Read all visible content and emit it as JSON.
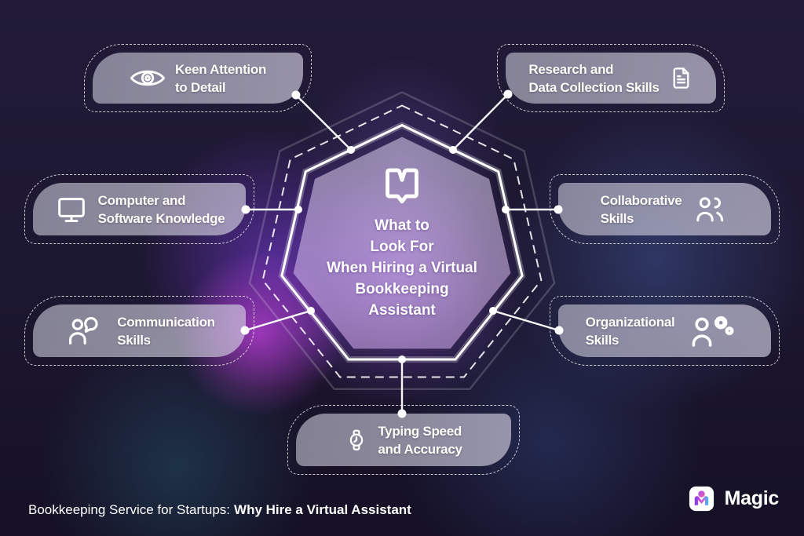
{
  "center": {
    "title": "What to\nLook For\nWhen Hiring a Virtual\nBookkeeping\nAssistant",
    "icon": "open-book-icon"
  },
  "cards": [
    {
      "id": "keen-attention",
      "label": "Keen Attention\nto Detail",
      "icon": "eye-icon"
    },
    {
      "id": "research-data-collection",
      "label": "Research and\nData Collection Skills",
      "icon": "document-icon"
    },
    {
      "id": "computer-software",
      "label": "Computer and\nSoftware Knowledge",
      "icon": "monitor-icon"
    },
    {
      "id": "collaborative",
      "label": "Collaborative\nSkills",
      "icon": "people-icon"
    },
    {
      "id": "communication",
      "label": "Communication\nSkills",
      "icon": "person-chat-icon"
    },
    {
      "id": "organizational",
      "label": "Organizational\nSkills",
      "icon": "person-gears-icon"
    },
    {
      "id": "typing-speed",
      "label": "Typing Speed\nand Accuracy",
      "icon": "watch-icon"
    }
  ],
  "footer": {
    "prefix": "Bookkeeping Service for Startups:",
    "highlight": "Why Hire a Virtual Assistant"
  },
  "brand": {
    "name": "Magic",
    "logo_icon": "magic-logo"
  },
  "colors": {
    "background": "#1c172e",
    "glow_purple": "#7c3cde",
    "glow_magenta": "#de46f5",
    "glow_blue": "#4866af",
    "glow_teal": "#2a6e82",
    "card_fill": "#9b9aa9",
    "line": "#ffffff",
    "text": "#ffffff"
  }
}
